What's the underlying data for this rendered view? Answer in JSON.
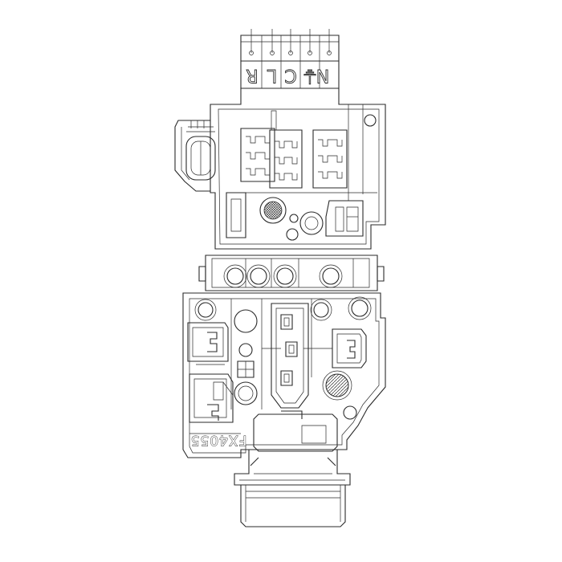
{
  "diagram": {
    "part_code": "FX4055",
    "terminals": [
      "N",
      "⏚",
      "C",
      "L",
      "R"
    ]
  }
}
